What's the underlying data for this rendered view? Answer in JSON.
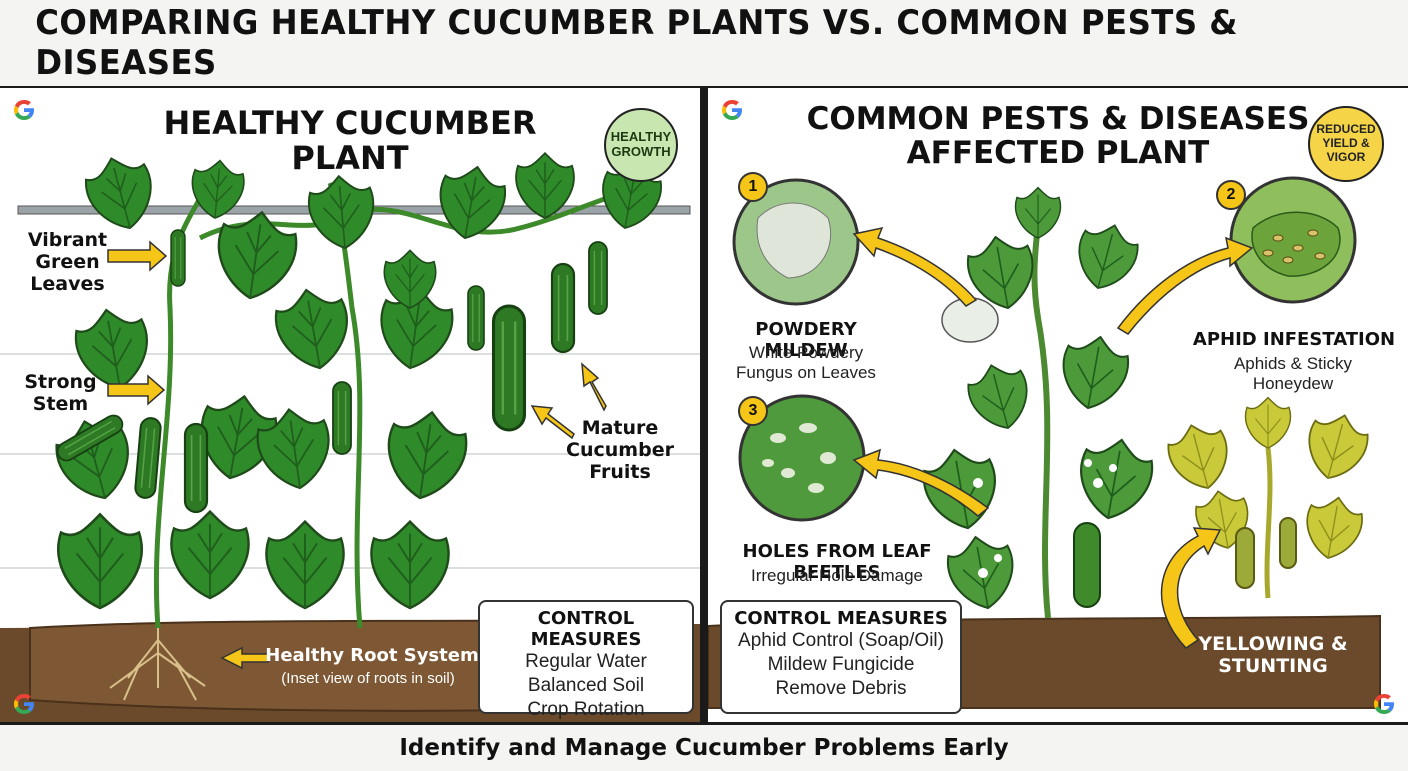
{
  "title": "COMPARING HEALTHY CUCUMBER PLANTS VS. COMMON PESTS & DISEASES",
  "footer": "Identify and Manage Cucumber Problems Early",
  "left": {
    "title": "HEALTHY CUCUMBER PLANT",
    "badge": "HEALTHY GROWTH",
    "labels": {
      "leaves": "Vibrant Green Leaves",
      "stem": "Strong Stem",
      "fruits": "Mature Cucumber Fruits",
      "roots": "Healthy Root System",
      "roots_sub": "(Inset view of roots in soil)"
    },
    "control": {
      "title": "CONTROL MEASURES",
      "items": [
        "Regular Water",
        "Balanced Soil",
        "Crop Rotation"
      ]
    }
  },
  "right": {
    "title_line1": "COMMON PESTS & DISEASES",
    "title_line2": "AFFECTED PLANT",
    "badge": "REDUCED YIELD & VIGOR",
    "issues": [
      {
        "number": "1",
        "name": "POWDERY MILDEW",
        "desc": "White Powdery Fungus on Leaves"
      },
      {
        "number": "2",
        "name": "APHID INFESTATION",
        "desc": "Aphids & Sticky Honeydew"
      },
      {
        "number": "3",
        "name": "HOLES FROM LEAF BEETLES",
        "desc": "Irregular Hole Damage"
      }
    ],
    "yellowing": "YELLOWING & STUNTING",
    "control": {
      "title": "CONTROL MEASURES",
      "items": [
        "Aphid Control (Soap/Oil)",
        "Mildew Fungicide",
        "Remove Debris"
      ]
    }
  },
  "colors": {
    "leaf": "#2f8a2a",
    "leaf_dark": "#1f5e1c",
    "soil": "#6b4a2b",
    "arrow": "#f5c518",
    "healthy_badge": "#c8e6b0",
    "reduced_badge": "#f5d547",
    "yellow_leaf": "#c9c93a"
  },
  "icons": [
    "google-logo-icon",
    "arrow-icon",
    "leaf-icon"
  ]
}
